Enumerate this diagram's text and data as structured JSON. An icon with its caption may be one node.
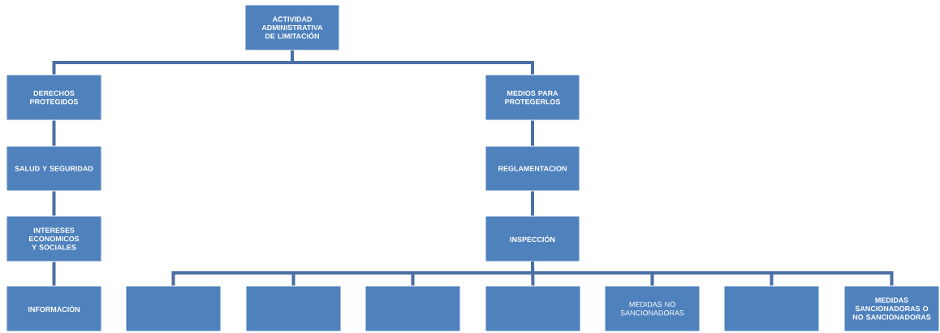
{
  "diagram": {
    "nodes": [
      {
        "text": [
          "ACTIVIDAD ADMINISTRATIVA DE LIMITACIÓN"
        ]
      },
      {
        "text": [
          "DERECHOS PROTEGIDOS"
        ]
      },
      {
        "text": [
          "MEDIOS PARA PROTEGERLOS"
        ]
      },
      {
        "text": [
          "SALUD Y SEGURIDAD"
        ]
      },
      {
        "text": [
          "INTERESES ECONOMICOS Y SOCIALES"
        ]
      },
      {
        "text": [
          "INFORMACIÓN"
        ]
      },
      {
        "text": [
          "REGLAMENTACION"
        ]
      },
      {
        "text": [
          "INSPECCIÓN"
        ]
      },
      {
        "text": [],
        "shape": "box"
      },
      {
        "text": [],
        "shape": "box"
      },
      {
        "text": [],
        "shape": "box"
      },
      {
        "text": [],
        "shape": "box"
      },
      {
        "text": [
          "MEDIDAS NO SANCIONADORAS"
        ]
      },
      {
        "text": [],
        "shape": "box"
      },
      {
        "text": [
          "MEDIDAS SANCIONADORAS O NO SANCIONADORAS"
        ]
      }
    ],
    "edges": [
      {
        "from": 0,
        "to": 1,
        "arrow": "none"
      },
      {
        "from": 0,
        "to": 2,
        "arrow": "none"
      },
      {
        "from": 1,
        "to": 3,
        "arrow": "none"
      },
      {
        "from": 3,
        "to": 4,
        "arrow": "none"
      },
      {
        "from": 4,
        "to": 5,
        "arrow": "none"
      },
      {
        "from": 2,
        "to": 6,
        "arrow": "none"
      },
      {
        "from": 6,
        "to": 7,
        "arrow": "none"
      },
      {
        "from": 7,
        "to": 8,
        "arrow": "none"
      },
      {
        "from": 7,
        "to": 9,
        "arrow": "none"
      },
      {
        "from": 7,
        "to": 10,
        "arrow": "none"
      },
      {
        "from": 7,
        "to": 11,
        "arrow": "none"
      },
      {
        "from": 7,
        "to": 12,
        "arrow": "none"
      },
      {
        "from": 7,
        "to": 13,
        "arrow": "none"
      },
      {
        "from": 7,
        "to": 14,
        "arrow": "none"
      }
    ]
  }
}
